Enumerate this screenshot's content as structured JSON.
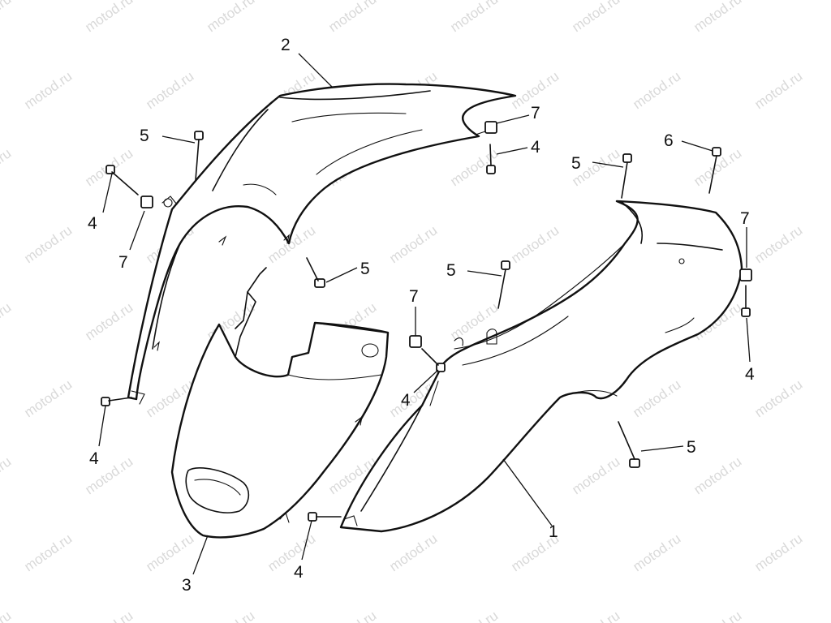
{
  "watermark": "motod.ru",
  "callouts": {
    "c1": "1",
    "c2": "2",
    "c3": "3",
    "c4a": "4",
    "c4b": "4",
    "c4c": "4",
    "c4d": "4",
    "c4e": "4",
    "c5a": "5",
    "c5b": "5",
    "c5c": "5",
    "c5d": "5",
    "c5e": "5",
    "c6": "6",
    "c7a": "7",
    "c7b": "7",
    "c7c": "7",
    "c7d": "7"
  }
}
